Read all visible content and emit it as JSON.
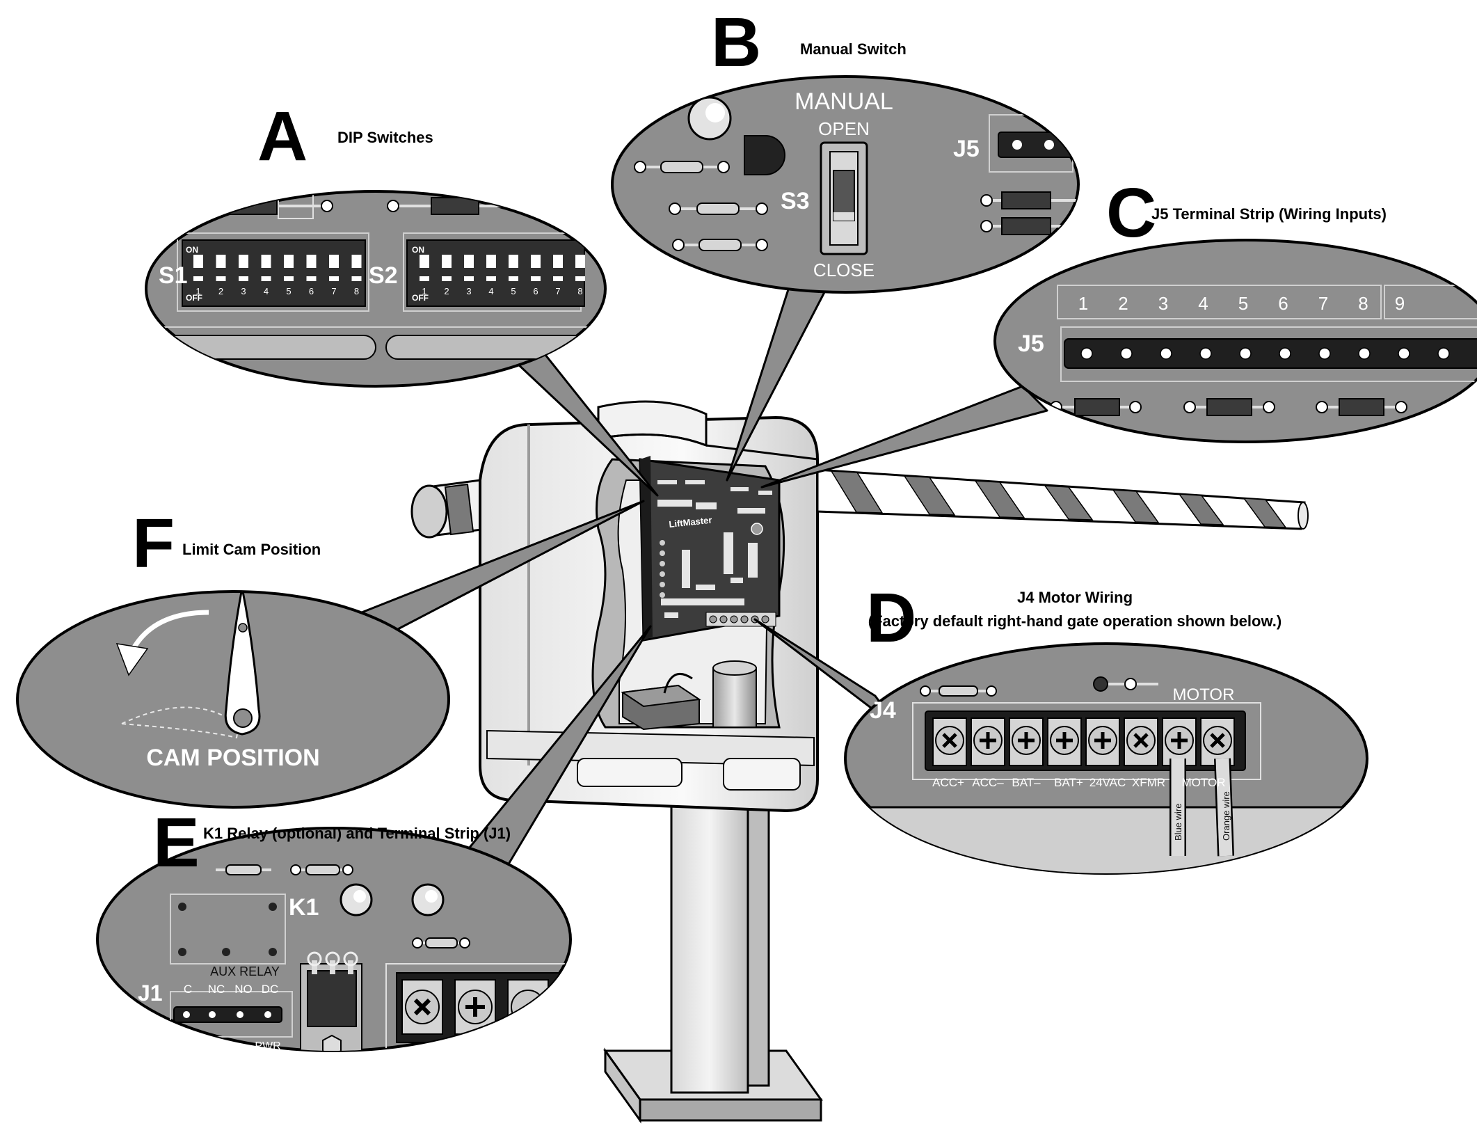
{
  "callouts": {
    "a": {
      "letter": "A",
      "title": "DIP Switches"
    },
    "b": {
      "letter": "B",
      "title": "Manual Switch"
    },
    "c": {
      "letter": "C",
      "title": "J5 Terminal Strip (Wiring Inputs)"
    },
    "d": {
      "letter": "D",
      "title_line1": "J4 Motor Wiring",
      "title_line2": "(Factory default right-hand gate operation shown below.)"
    },
    "e": {
      "letter": "E",
      "title": "K1 Relay (optional) and Terminal Strip (J1)"
    },
    "f": {
      "letter": "F",
      "title": "Limit Cam Position"
    }
  },
  "dip": {
    "s1": "S1",
    "s2": "S2",
    "on": "ON",
    "off": "OFF",
    "numbers": [
      "1",
      "2",
      "3",
      "4",
      "5",
      "6",
      "7",
      "8"
    ]
  },
  "manual": {
    "title": "MANUAL",
    "open": "OPEN",
    "close": "CLOSE",
    "switch_label": "S3",
    "j5": "J5"
  },
  "j5strip": {
    "label": "J5",
    "numbers": [
      "1",
      "2",
      "3",
      "4",
      "5",
      "6",
      "7",
      "8",
      "9"
    ]
  },
  "j4": {
    "label": "J4",
    "motor": "MOTOR",
    "terminals": [
      "ACC+",
      "ACC–",
      "BAT–",
      "BAT+",
      "24VAC",
      "XFMR",
      "MOTOR"
    ],
    "wires": [
      "Blue wire",
      "Orange wire"
    ]
  },
  "k1": {
    "k1": "K1",
    "aux_relay": "AUX RELAY",
    "j1": "J1",
    "pins": [
      "C",
      "NC",
      "NO",
      "DC"
    ],
    "pwr": "PWR"
  },
  "cam": {
    "label": "CAM POSITION"
  },
  "brand": {
    "logo": "LiftMaster"
  },
  "colors": {
    "panel": "#8e8e8e",
    "board": "#3c3c3c",
    "outline": "#000000",
    "stripe": "#7a7a7a"
  }
}
